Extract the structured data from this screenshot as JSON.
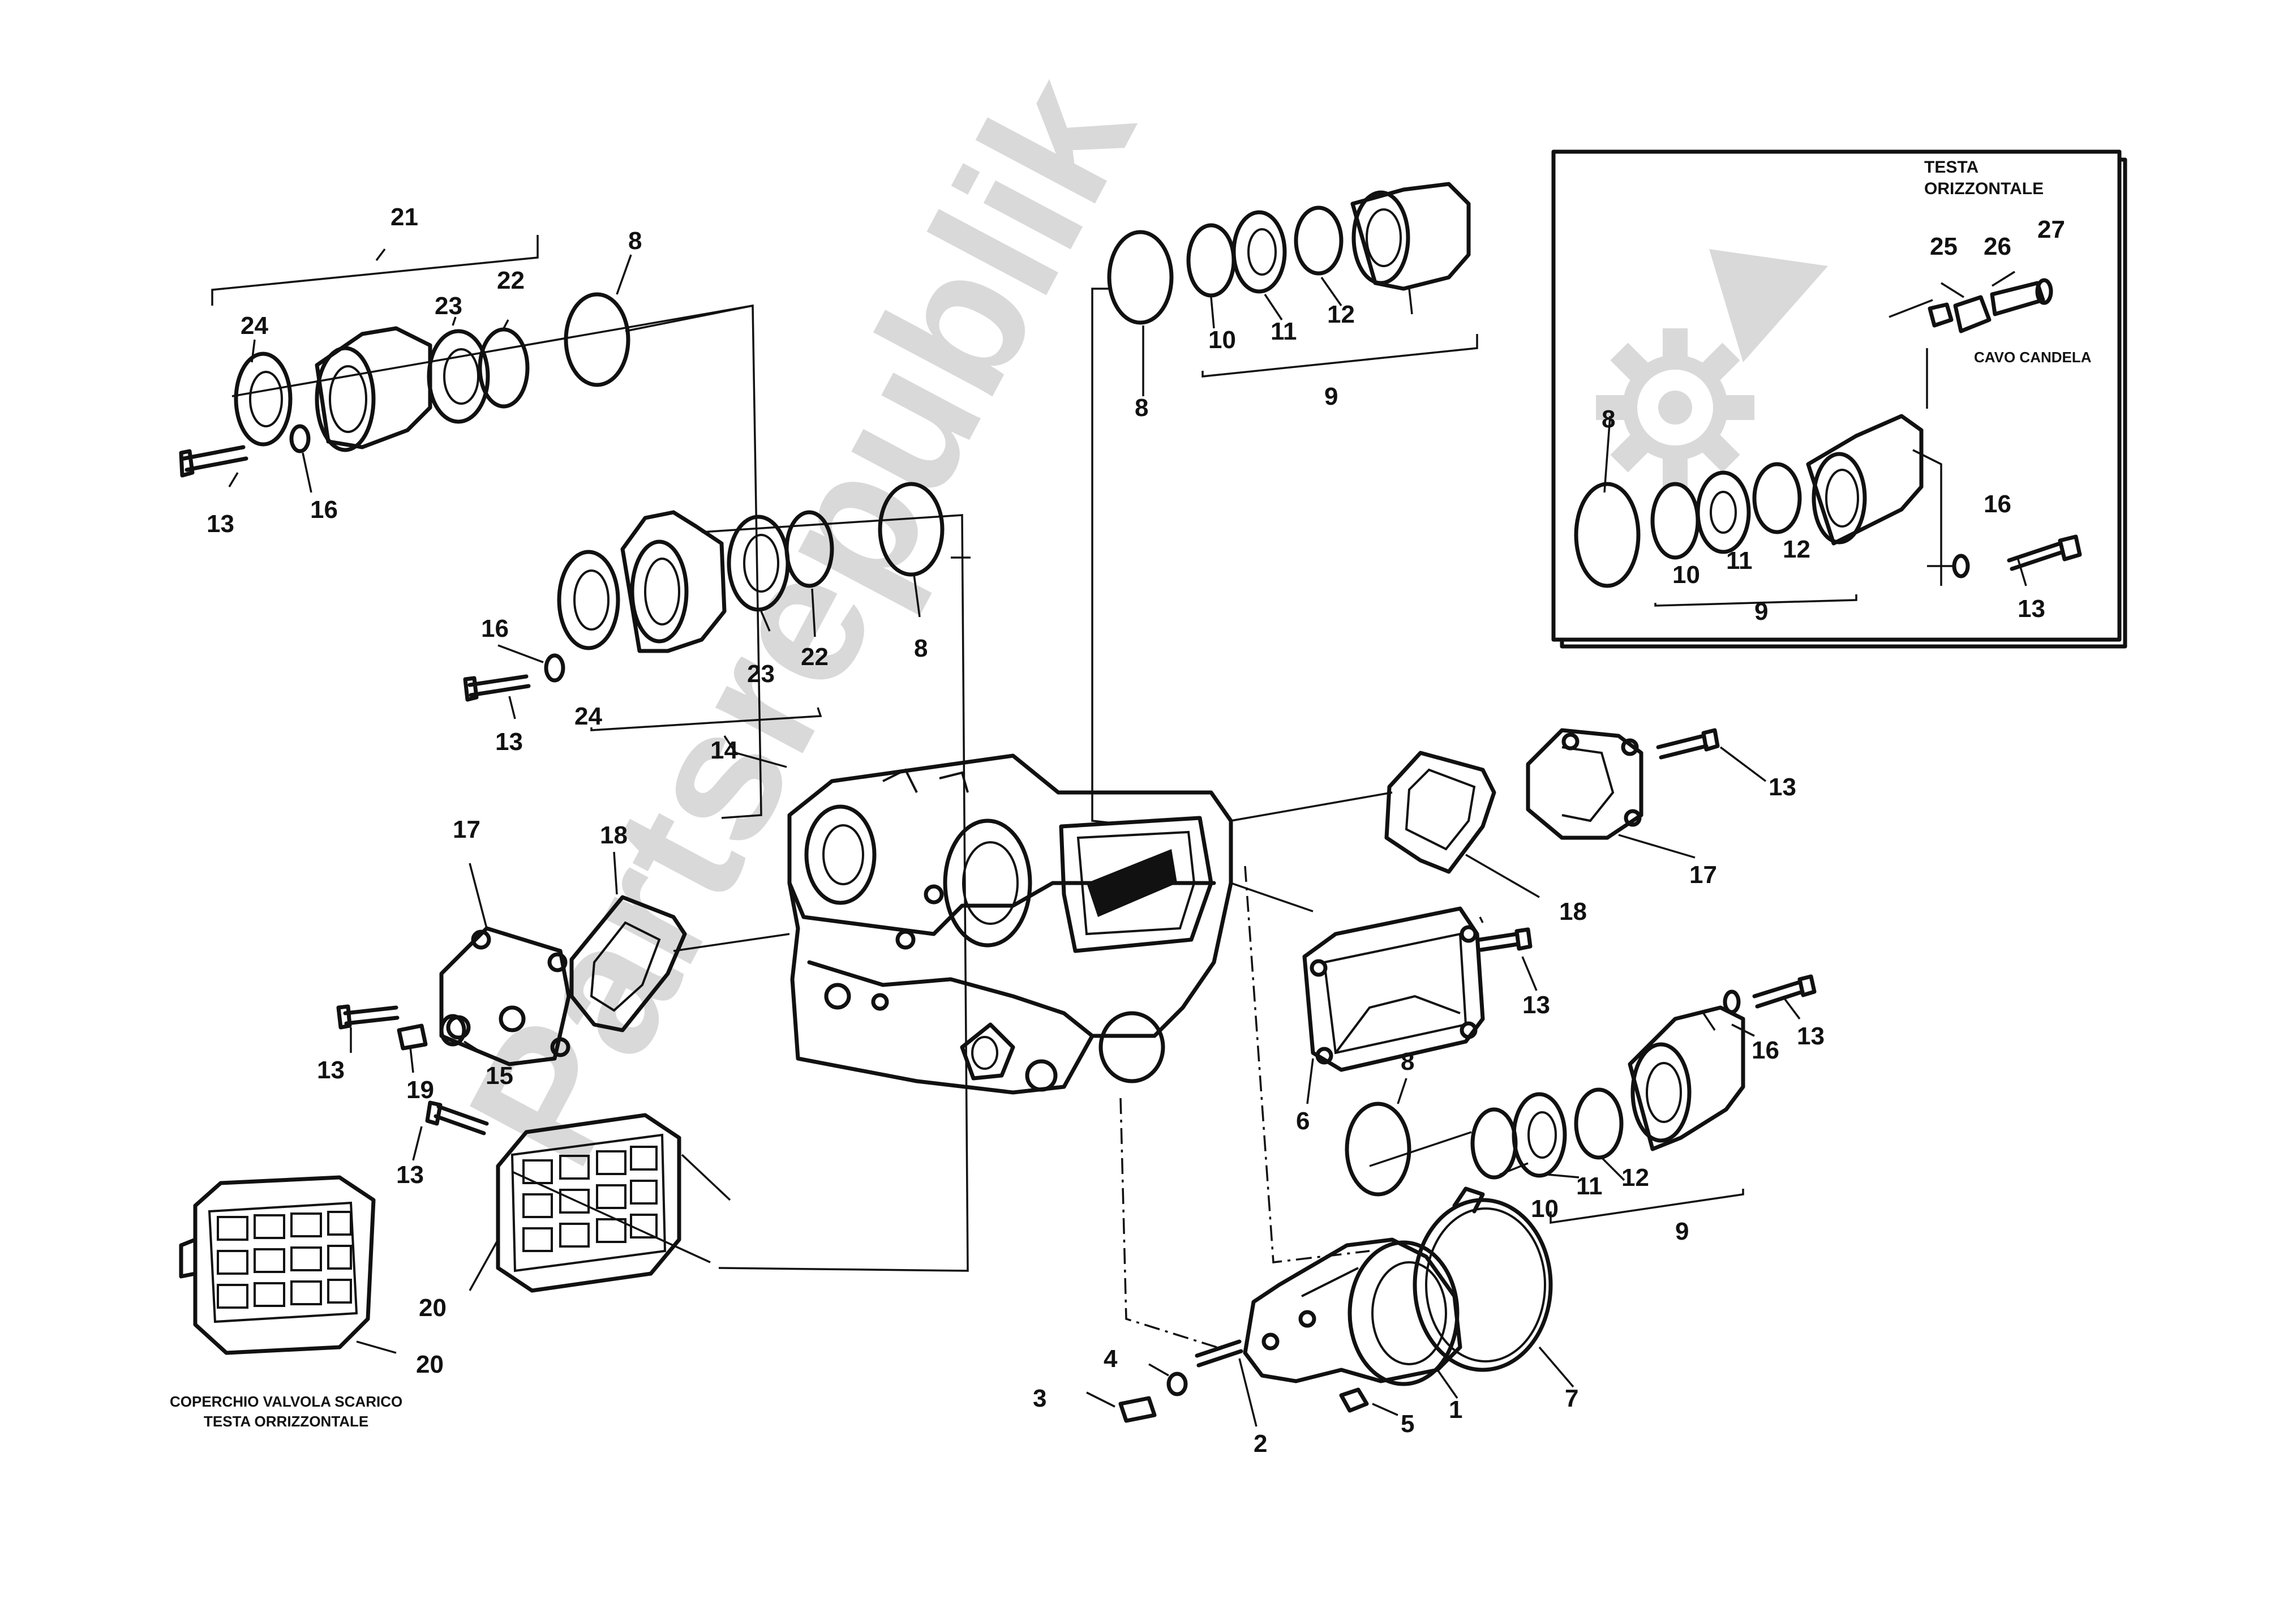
{
  "watermark": "Partsrepublik",
  "captions": {
    "inset_title_line1": "TESTA",
    "inset_title_line2": "ORIZZONTALE",
    "spark_plug_cable": "CAVO CANDELA",
    "exhaust_cover_line1": "COPERCHIO VALVOLA SCARICO",
    "exhaust_cover_line2": "TESTA ORRIZZONTALE"
  },
  "callouts": {
    "p1": "1",
    "p2": "2",
    "p3": "3",
    "p4": "4",
    "p5": "5",
    "p6": "6",
    "p7": "7",
    "p8": "8",
    "p9": "9",
    "p10": "10",
    "p11": "11",
    "p12": "12",
    "p13": "13",
    "p14": "14",
    "p15": "15",
    "p16": "16",
    "p17": "17",
    "p18": "18",
    "p19": "19",
    "p20": "20",
    "p21": "21",
    "p22": "22",
    "p23": "23",
    "p24": "24",
    "p25": "25",
    "p26": "26",
    "p27": "27"
  },
  "colors": {
    "line": "#111111",
    "watermark": "#d9d9d9",
    "background": "#ffffff"
  }
}
